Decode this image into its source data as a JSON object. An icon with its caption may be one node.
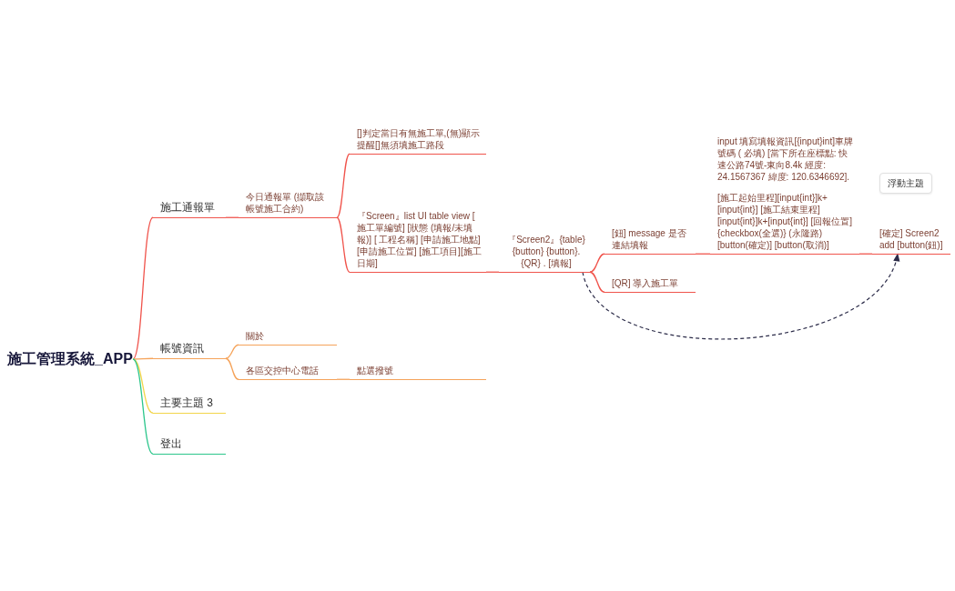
{
  "diagram": {
    "nodes": [
      {
        "text": [
          "施工管理系統_APP"
        ]
      },
      {
        "text": [
          "施工通報單"
        ]
      },
      {
        "text": [
          "今日通報單 (擷取該帳號施工合約)"
        ]
      },
      {
        "text": [
          "[]判定當日有無施工單,(無)顯示提醒[]無須填施工路段"
        ]
      },
      {
        "text": [
          "『Screen』list UI table view [ 施工單編號] [狀態 (填報/未填報)] [ 工程名稱] [申請施工地點][申請施工位置] [施工項目][施工日期]"
        ]
      },
      {
        "text": [
          "『Screen2』{table} {button} {button}. {QR} . [填報]"
        ]
      },
      {
        "text": [
          "[鈕] message 是否連結填報"
        ]
      },
      {
        "text": [
          "input 填寫填報資訊[{input}int]車牌號碼 ( 必填) [當下所在座標點: 快速公路74號-東向8.4k 經度: 24.1567367 緯度: 120.6346692].",
          "[施工起始里程][input{int}]k+[input{int}] [施工結束里程][input{int}]k+[input{int}] [回報位置] {checkbox(全選)} (永隆路) [button(確定)] [button(取消)]"
        ]
      },
      {
        "text": [
          "[確定] Screen2 add [button(鈕)]"
        ]
      },
      {
        "text": [
          "浮動主題"
        ]
      },
      {
        "text": [
          "[QR] 導入施工單"
        ]
      },
      {
        "text": [
          "帳號資訊"
        ]
      },
      {
        "text": [
          "關於"
        ]
      },
      {
        "text": [
          "各區交控中心電話"
        ]
      },
      {
        "text": [
          "點選撥號"
        ]
      },
      {
        "text": [
          "主要主題 3"
        ]
      },
      {
        "text": [
          "登出"
        ]
      }
    ],
    "edges": [
      {
        "from": 0,
        "to": 1,
        "arrow": "none"
      },
      {
        "from": 1,
        "to": 2,
        "arrow": "none"
      },
      {
        "from": 2,
        "to": 3,
        "arrow": "none"
      },
      {
        "from": 2,
        "to": 4,
        "arrow": "none"
      },
      {
        "from": 4,
        "to": 5,
        "arrow": "none"
      },
      {
        "from": 5,
        "to": 6,
        "arrow": "none"
      },
      {
        "from": 6,
        "to": 7,
        "arrow": "none"
      },
      {
        "from": 7,
        "to": 8,
        "arrow": "none"
      },
      {
        "from": 5,
        "to": 10,
        "arrow": "none"
      },
      {
        "from": 0,
        "to": 11,
        "arrow": "none",
        "color": "#f5a35a"
      },
      {
        "from": 11,
        "to": 12,
        "arrow": "none",
        "color": "#f5a35a"
      },
      {
        "from": 11,
        "to": 13,
        "arrow": "none",
        "color": "#f5a35a"
      },
      {
        "from": 13,
        "to": 14,
        "arrow": "none",
        "color": "#f5a35a"
      },
      {
        "from": 0,
        "to": 15,
        "arrow": "none",
        "color": "#f2d54a"
      },
      {
        "from": 0,
        "to": 16,
        "arrow": "none",
        "color": "#2cc68c"
      },
      {
        "from": 5,
        "to": 8,
        "arrow": "to",
        "style": "dashed",
        "color": "#2b2b48"
      }
    ]
  }
}
